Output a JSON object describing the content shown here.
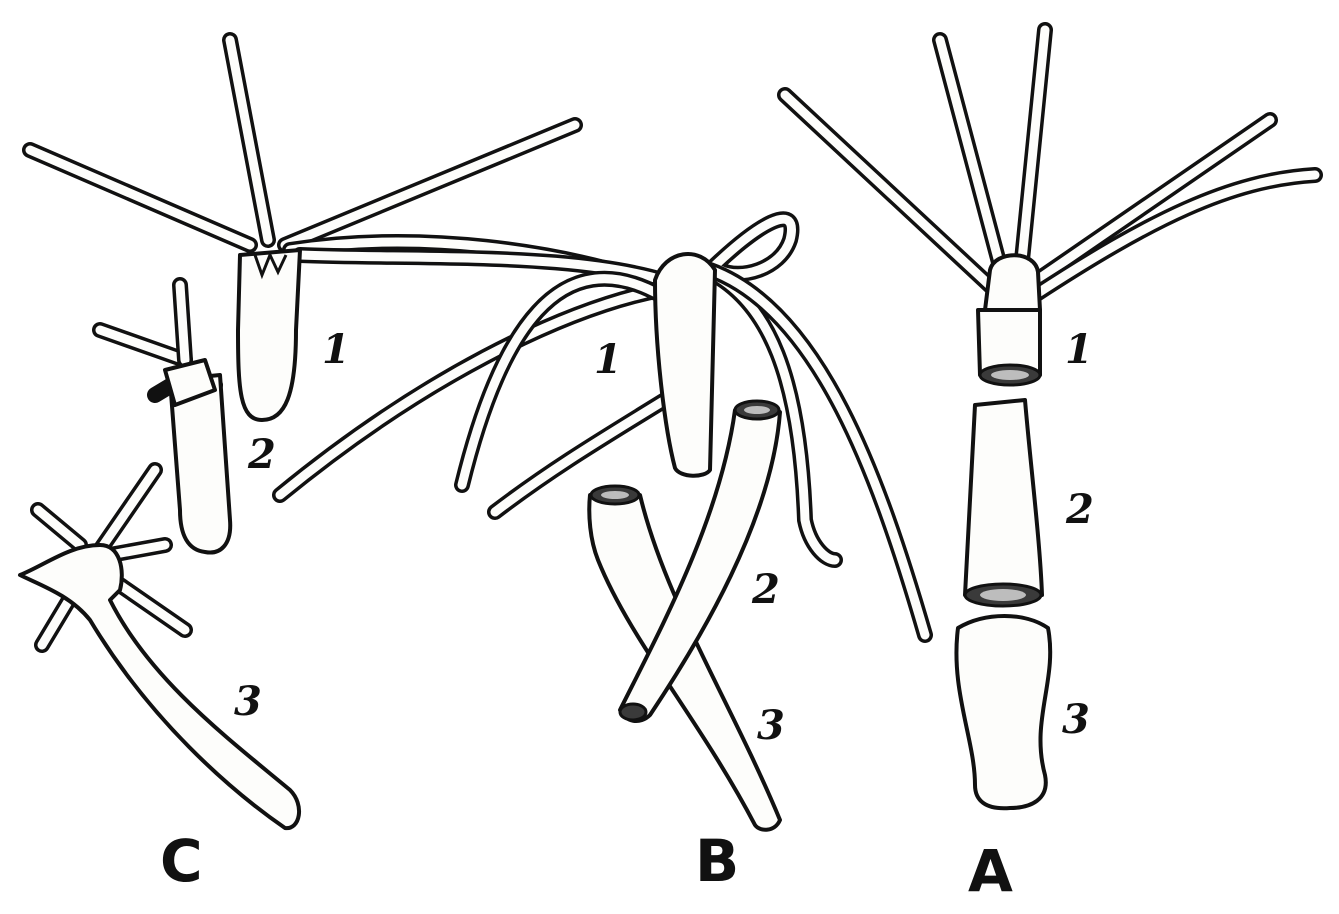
{
  "figure": {
    "panels": [
      {
        "id": "C",
        "letter": "C",
        "labels": [
          "1",
          "2",
          "3"
        ]
      },
      {
        "id": "B",
        "letter": "B",
        "labels": [
          "1",
          "2",
          "3"
        ]
      },
      {
        "id": "A",
        "letter": "A",
        "labels": [
          "1",
          "2",
          "3"
        ]
      }
    ]
  }
}
